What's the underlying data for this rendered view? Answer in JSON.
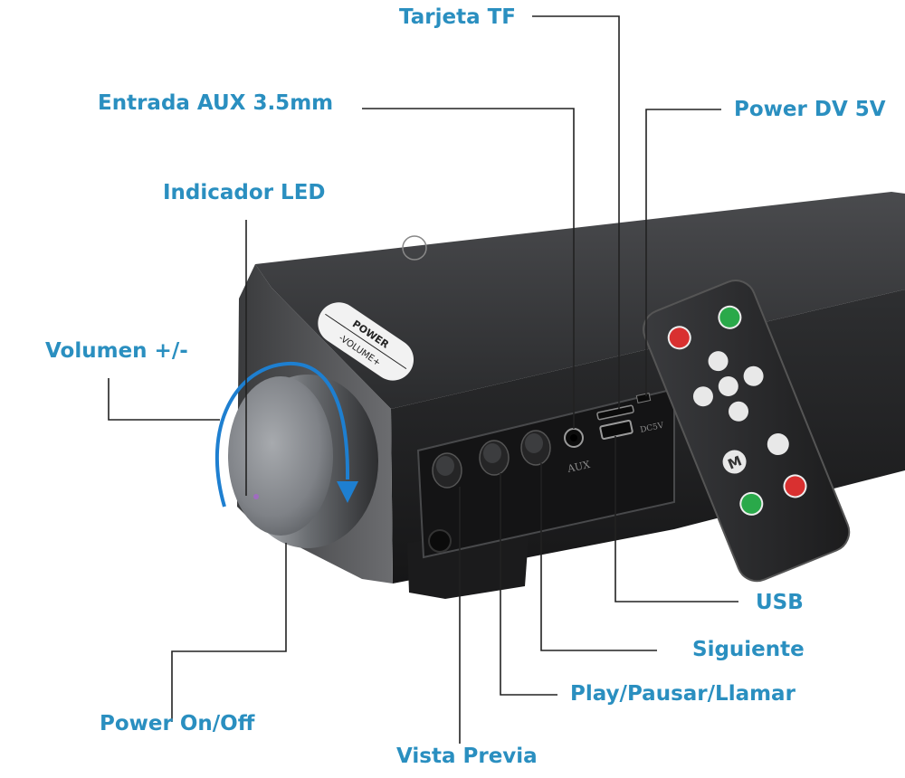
{
  "labels": {
    "tf_card": "Tarjeta TF",
    "aux_input": "Entrada AUX 3.5mm",
    "power_dc": "Power DV 5V",
    "led_indicator": "Indicador LED",
    "volume": "Volumen +/-",
    "usb": "USB",
    "next": "Siguiente",
    "play_pause_call": "Play/Pausar/Llamar",
    "power_onoff": "Power On/Off",
    "previous": "Vista Previa"
  },
  "device_markings": {
    "power": "POWER",
    "volume": "-VOLUME+",
    "aux": "AUX",
    "dc": "DC5V",
    "mode": "M"
  },
  "colors": {
    "callout_text": "#2a8fc0",
    "leader_line": "#222222",
    "volume_arrow": "#1e7fd0",
    "speaker_body": "#2b2b2d",
    "knob": "#8a8d92"
  }
}
